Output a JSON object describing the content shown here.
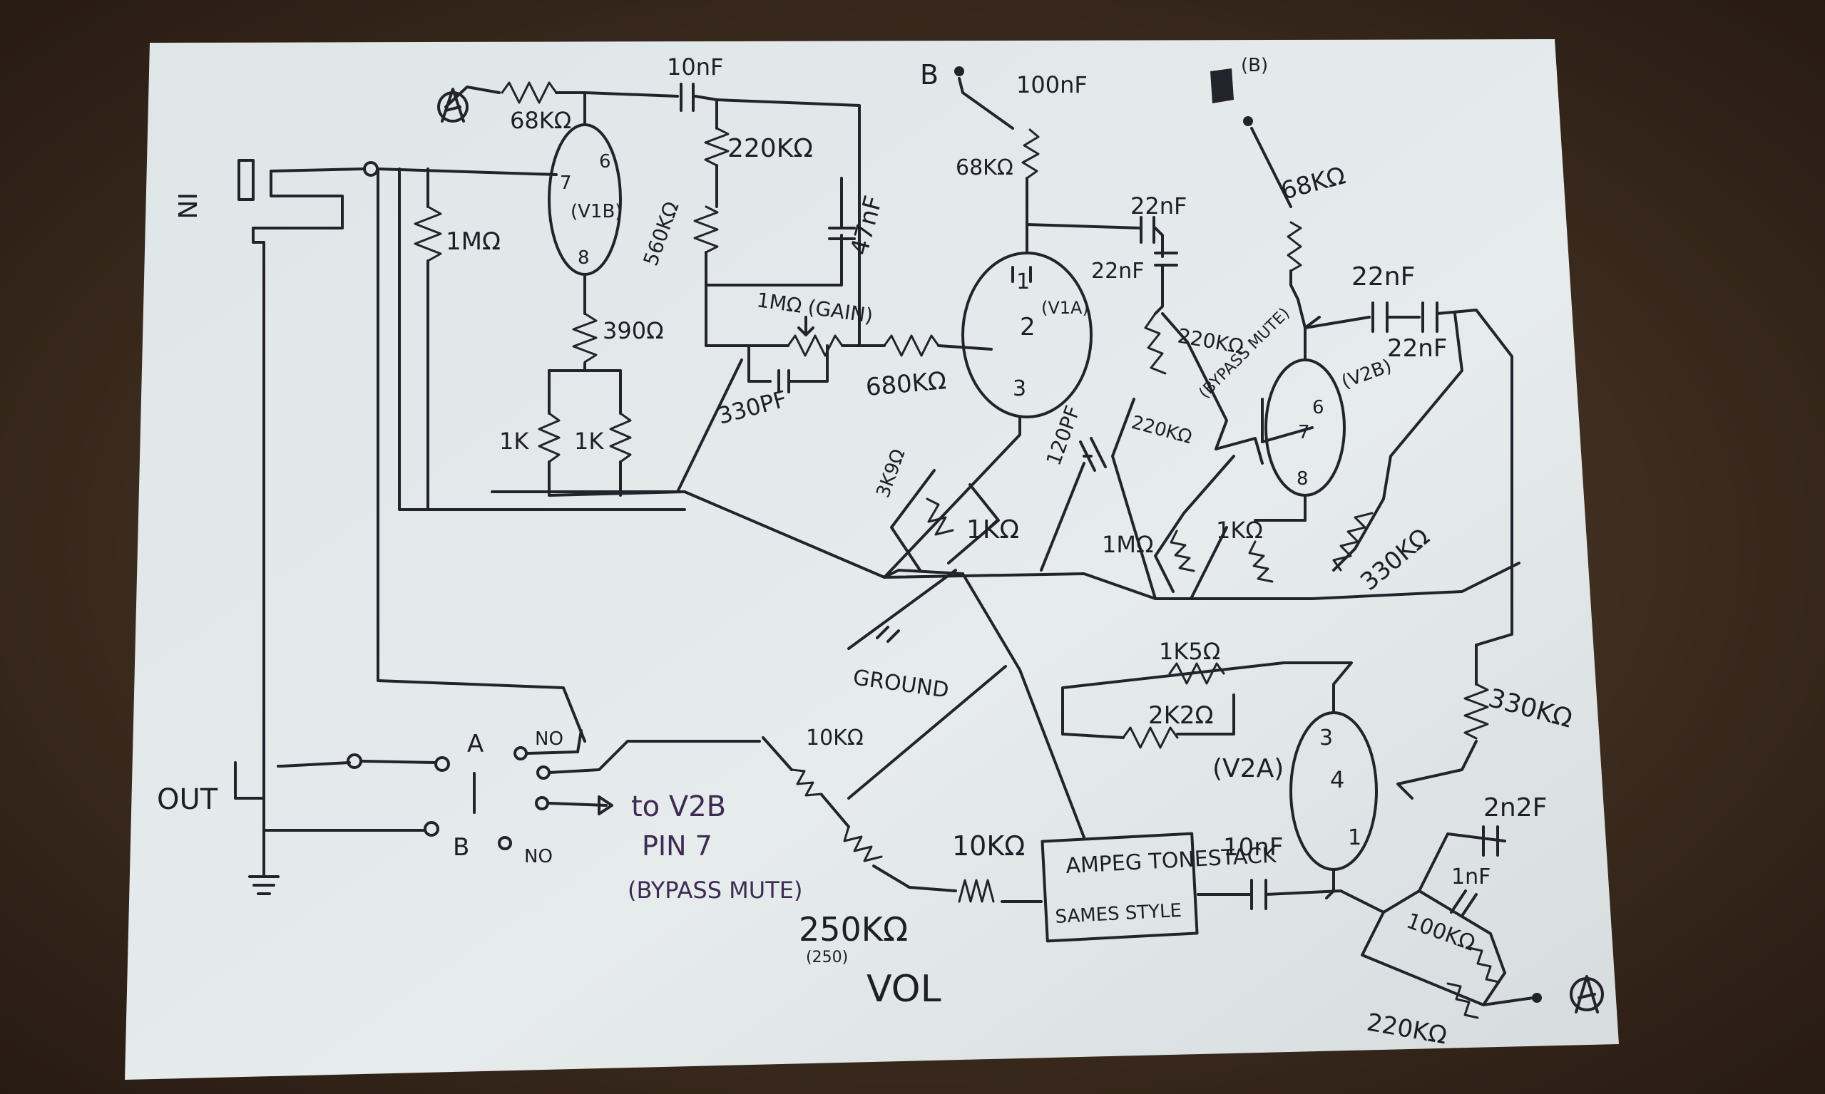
{
  "labels": {
    "in": "IN",
    "out": "OUT",
    "b_top": "B",
    "b_plus": "(B)",
    "ground": "GROUND",
    "ampeg_tonestack": "AMPEG TONESTACK",
    "tonestack_style": "SAMES STYLE",
    "vol": "VOL",
    "sw_a": "A",
    "sw_b": "B",
    "sw_no1": "NO",
    "sw_no2": "NO",
    "to_v2b": "to V2B",
    "pin7": "PIN 7",
    "bypass_mute": "(BYPASS MUTE)",
    "bypass_mute_v2b": "(BYPASS MUTE)"
  },
  "tubes": {
    "v1b": {
      "name": "(V1B)",
      "pins": [
        "6",
        "7",
        "8"
      ]
    },
    "v1a": {
      "name": "(V1A)",
      "pins": [
        "1",
        "2",
        "3"
      ]
    },
    "v2b": {
      "name": "(V2B)",
      "pins": [
        "6",
        "7",
        "8"
      ]
    },
    "v2a": {
      "name": "(V2A)",
      "pins": [
        "3",
        "4",
        "1"
      ]
    }
  },
  "components": {
    "r_68k_v1b": "68KΩ",
    "c_10nf_top": "10nF",
    "r_220k_top": "220KΩ",
    "r_560k": "560KΩ",
    "c_47nf": "47nF",
    "r_1m_in": "1MΩ",
    "r_390": "390Ω",
    "r_1k_a": "1K",
    "r_1k_b": "1K",
    "pot_gain": "1MΩ (GAIN)",
    "c_330pf": "330PF",
    "r_680k": "680KΩ",
    "c_100nf": "100nF",
    "r_68k_v1a": "68KΩ",
    "c_22nf_1": "22nF",
    "c_22nf_2": "22nF",
    "r_220k_mid": "220KΩ",
    "r_220k_mid2": "220KΩ",
    "c_120pf": "120PF",
    "r_3k9": "3K9Ω",
    "r_1k_v1a": "1KΩ",
    "r_68k_v2b": "68KΩ",
    "c_22nf_3": "22nF",
    "c_22nf_4": "22nF",
    "r_1m_v2b": "1MΩ",
    "r_1k_v2b": "1KΩ",
    "r_330k_1": "330KΩ",
    "r_330k_2": "330KΩ",
    "r_1k5": "1K5Ω",
    "r_2k2": "2K2Ω",
    "r_10k_a": "10KΩ",
    "r_10k_b": "10KΩ",
    "pot_vol": "250KΩ",
    "pot_vol_sub": "(250)",
    "c_10nf_ts": "10nF",
    "c_2n2": "2n2F",
    "c_1nf": "1nF",
    "r_100k": "100KΩ",
    "r_220k_out": "220KΩ"
  },
  "colors": {
    "paper": "#e4e9ea",
    "ink": "#23232b",
    "table": "#3a2a1c"
  }
}
